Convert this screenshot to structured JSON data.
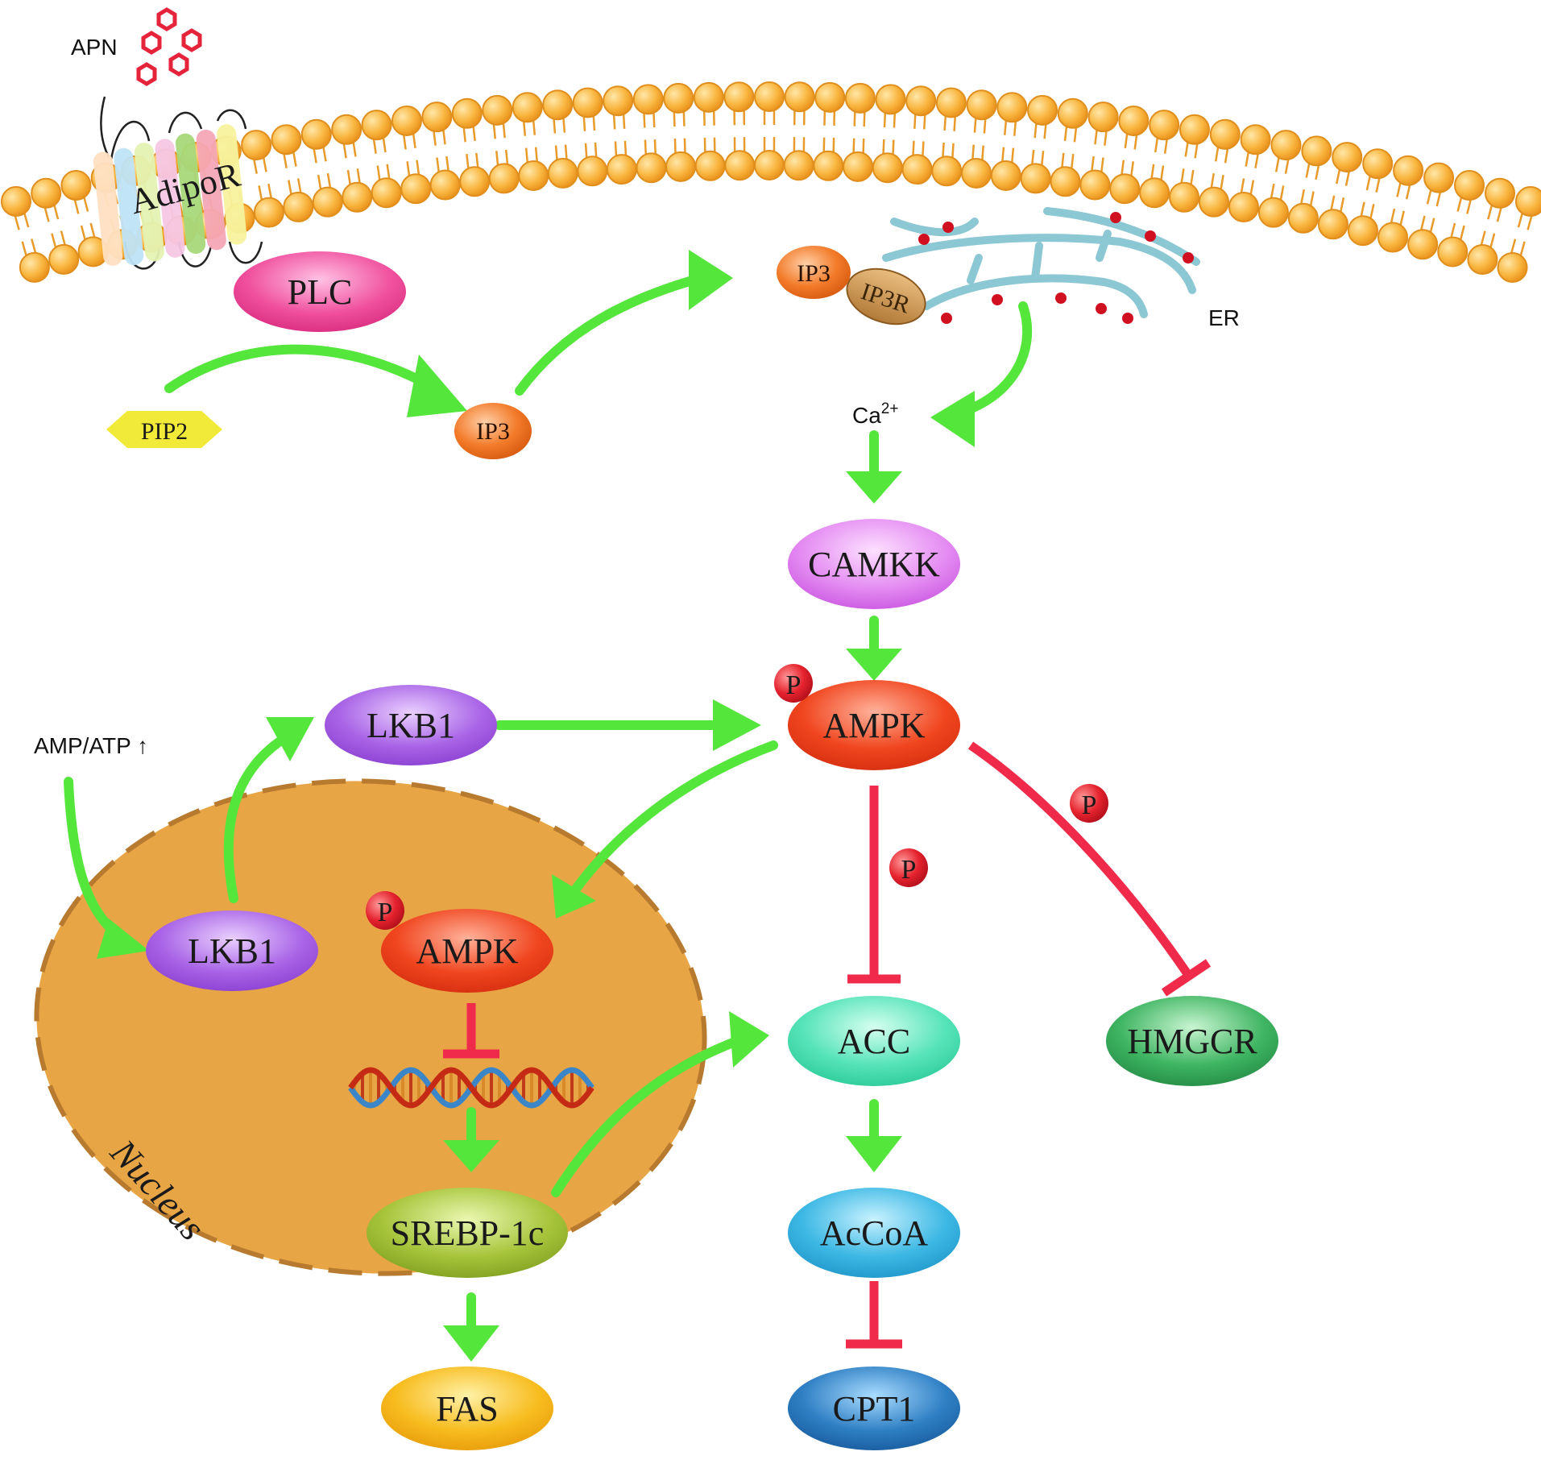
{
  "labels": {
    "apn": "APN",
    "adipor": "AdipoR",
    "plc": "PLC",
    "pip2": "PIP2",
    "ip3": "IP3",
    "ip3_er": "IP3",
    "ip3r": "IP3R",
    "er": "ER",
    "ca_base": "Ca",
    "ca_sup": "2+",
    "camkk": "CAMKK",
    "ampk": "AMPK",
    "ampk_nucleus": "AMPK",
    "lkb1": "LKB1",
    "lkb1_nucleus": "LKB1",
    "amp_atp": "AMP/ATP ↑",
    "nucleus": "Nucleus",
    "srebp": "SREBP-1c",
    "fas": "FAS",
    "acc": "ACC",
    "accoa": "AcCoA",
    "cpt1": "CPT1",
    "hmgcr": "HMGCR",
    "p": "P"
  },
  "colors": {
    "activation": "#55e63c",
    "inhibition": "#ef2a4a",
    "membrane": "#f5a52a",
    "er": "#8cc7d4",
    "nucleus": "#e8a545"
  }
}
